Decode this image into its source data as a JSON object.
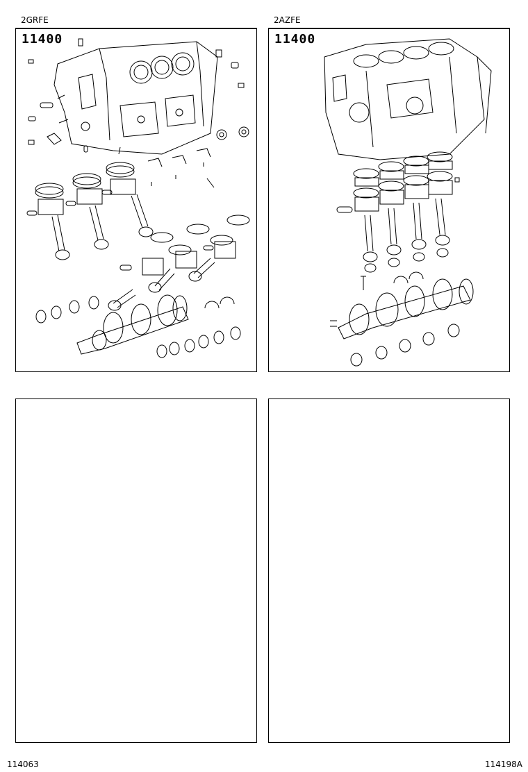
{
  "panels": [
    {
      "engine": "2GRFE",
      "part_number": "11400",
      "illustration": "v6-short-block-exploded-view"
    },
    {
      "engine": "2AZFE",
      "part_number": "11400",
      "illustration": "i4-short-block-exploded-view"
    }
  ],
  "footer": {
    "left_ref": "114063",
    "right_ref": "114198A"
  }
}
